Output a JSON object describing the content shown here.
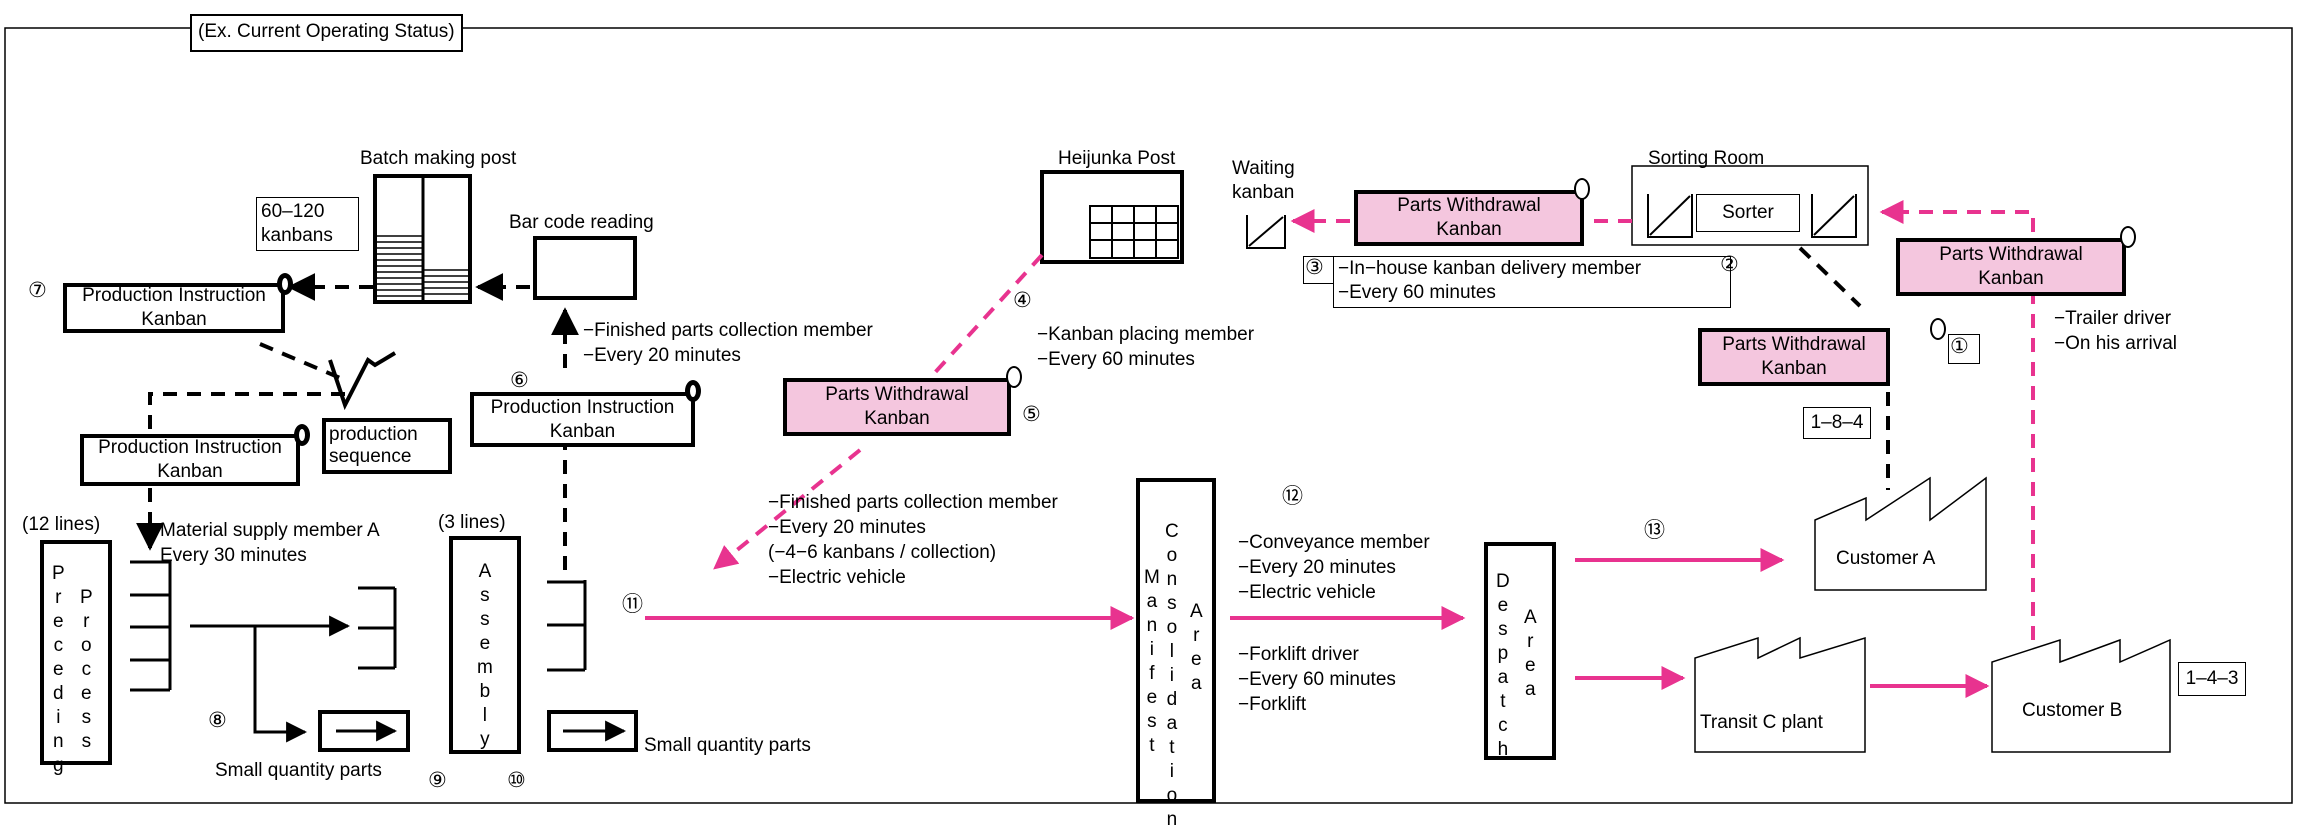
{
  "frame": {
    "title": "(Ex. Current Operating Status)"
  },
  "colors": {
    "pink": "#e8338f",
    "kanban_fill": "#f4c6de"
  },
  "labels": {
    "batch_post": "Batch making post",
    "kanbans_range": "60–120\nkanbans",
    "bar_code": "Bar code reading",
    "heijunka": "Heijunka Post",
    "waiting_kanban": "Waiting\nkanban",
    "sorting_room": "Sorting Room",
    "sorter": "Sorter",
    "lines_12": "(12 lines)",
    "lines_3": "(3 lines)",
    "production_sequence": "production\nsequence",
    "small_parts_1": "Small quantity parts",
    "small_parts_2": "Small quantity parts",
    "addr_1": "1–8–4",
    "addr_2": "1–4–3"
  },
  "kanbans": {
    "prod_7": "Production Instruction\nKanban",
    "prod_6": "Production Instruction\nKanban",
    "prod_8": "Production Instruction\nKanban",
    "pw_top": "Parts Withdrawal\nKanban",
    "pw_right": "Parts Withdrawal\nKanban",
    "pw_1": "Parts Withdrawal\nKanban",
    "pw_5": "Parts Withdrawal\nKanban"
  },
  "vertical": {
    "preceding": "Preceding",
    "process": "Process",
    "assembly": "Assembly",
    "manifest": "Manifest",
    "consolidation": "Consolidation",
    "area1": "Area",
    "despatch": "Despatch",
    "area2": "Area"
  },
  "plants": {
    "customer_a": "Customer A",
    "transit_c": "Transit C plant",
    "customer_b": "Customer B"
  },
  "numbers": {
    "n1": "①",
    "n2": "②",
    "n3": "③",
    "n4": "④",
    "n5": "⑤",
    "n6": "⑥",
    "n7": "⑦",
    "n8": "⑧",
    "n9": "⑨",
    "n10": "⑩",
    "n11": "⑪",
    "n12": "⑫",
    "n13": "⑬"
  },
  "notes": {
    "material_supply": "Material supply member A\nEvery 30 minutes",
    "finished_top": "−Finished parts collection member\n−Every 20 minutes",
    "kanban_placing": "−Kanban placing member\n−Every 60 minutes",
    "inhouse": "−In−house kanban delivery member\n−Every 60 minutes",
    "trailer": "−Trailer driver\n−On his arrival",
    "finished_mid": "−Finished parts collection member\n−Every 20 minutes\n(−4−6 kanbans / collection)\n−Electric vehicle",
    "conveyance": "−Conveyance member\n−Every 20 minutes\n−Electric vehicle",
    "forklift": "−Forklift driver\n−Every 60 minutes\n−Forklift"
  }
}
